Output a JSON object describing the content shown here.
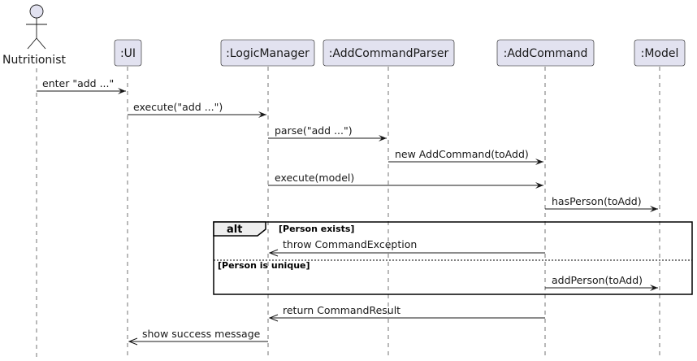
{
  "colors": {
    "participant_fill": "#E2E2F0",
    "participant_stroke": "#181818",
    "lifeline": "#181818",
    "arrow": "#181818",
    "fragment_tab": "#EEEEEE"
  },
  "actor": {
    "label": "Nutritionist"
  },
  "participants": [
    {
      "id": "ui",
      "label": ":UI"
    },
    {
      "id": "logic",
      "label": ":LogicManager"
    },
    {
      "id": "parser",
      "label": ":AddCommandParser"
    },
    {
      "id": "cmd",
      "label": ":AddCommand"
    },
    {
      "id": "model",
      "label": ":Model"
    }
  ],
  "messages": [
    {
      "id": "m1",
      "from": "actor",
      "to": "ui",
      "label": "enter \"add ...\"",
      "kind": "sync"
    },
    {
      "id": "m2",
      "from": "ui",
      "to": "logic",
      "label": "execute(\"add ...\")",
      "kind": "sync"
    },
    {
      "id": "m3",
      "from": "logic",
      "to": "parser",
      "label": "parse(\"add ...\")",
      "kind": "sync"
    },
    {
      "id": "m4",
      "from": "parser",
      "to": "cmd",
      "label": "new AddCommand(toAdd)",
      "kind": "sync"
    },
    {
      "id": "m5",
      "from": "logic",
      "to": "cmd",
      "label": "execute(model)",
      "kind": "sync"
    },
    {
      "id": "m6",
      "from": "cmd",
      "to": "model",
      "label": "hasPerson(toAdd)",
      "kind": "sync"
    },
    {
      "id": "m7",
      "from": "cmd",
      "to": "logic",
      "label": "throw CommandException",
      "kind": "return"
    },
    {
      "id": "m8",
      "from": "cmd",
      "to": "model",
      "label": "addPerson(toAdd)",
      "kind": "sync"
    },
    {
      "id": "m9",
      "from": "cmd",
      "to": "logic",
      "label": "return CommandResult",
      "kind": "return"
    },
    {
      "id": "m10",
      "from": "logic",
      "to": "ui",
      "label": "show success message",
      "kind": "return"
    }
  ],
  "fragment": {
    "keyword": "alt",
    "guard_1": "[Person exists]",
    "guard_2": "[Person is unique]"
  }
}
